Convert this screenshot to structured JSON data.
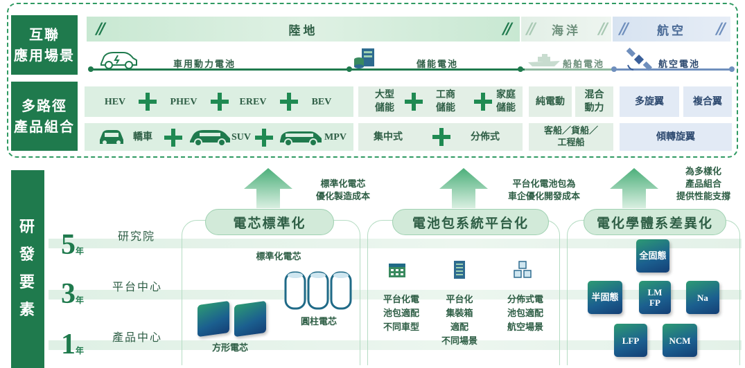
{
  "top": {
    "left_label_1": [
      "互聯",
      "應用場景"
    ],
    "left_label_2": [
      "多路徑",
      "產品組合"
    ],
    "banners": {
      "land": "陸地",
      "sea": "海洋",
      "air": "航空"
    },
    "scenarios": {
      "vehicle": "車用動力電池",
      "storage": "儲能電池",
      "ship": "船舶電池",
      "aviation": "航空電池"
    },
    "land_row1": [
      "HEV",
      "PHEV",
      "EREV",
      "BEV"
    ],
    "land_row2": [
      "轎車",
      "SUV",
      "MPV"
    ],
    "storage_row1": [
      "大型\n儲能",
      "工商\n儲能",
      "家庭\n儲能"
    ],
    "storage_row2": [
      "集中式",
      "分佈式"
    ],
    "sea_row1": [
      "純電動",
      "混合\n動力"
    ],
    "sea_row2": "客船／貨船／\n工程船",
    "air_row1": [
      "多旋翼",
      "複合翼"
    ],
    "air_row2": "傾轉旋翼"
  },
  "bottom": {
    "left_label": [
      "研",
      "發",
      "要",
      "素"
    ],
    "years": [
      {
        "num": "5",
        "unit": "年",
        "name": "研究院"
      },
      {
        "num": "3",
        "unit": "年",
        "name": "平台中心"
      },
      {
        "num": "1",
        "unit": "年",
        "name": "產品中心"
      }
    ],
    "pillars": [
      {
        "title": "電芯標準化",
        "note": "標準化電芯\n優化製造成本"
      },
      {
        "title": "電池包系統平台化",
        "note": "平台化電池包為\n車企優化開發成本"
      },
      {
        "title": "電化學體系差異化",
        "note": "為多樣化\n產品組合\n提供性能支撐"
      }
    ],
    "cell_caption": "標準化電芯",
    "cylinder_caption": "圓柱電芯",
    "prism_caption": "方形電芯",
    "platform_items": [
      "平台化電\n池包適配\n不同車型",
      "平台化\n集裝箱\n適配\n不同場景",
      "分佈式電\n池包適配\n航空場景"
    ],
    "chemistry": {
      "solid": "全固態",
      "semi": "半固態",
      "lmfp": "LM\nFP",
      "na": "Na",
      "lfp": "LFP",
      "ncm": "NCM"
    }
  },
  "colors": {
    "dark_green": "#1f7a4d",
    "light_green": "#dcefe2",
    "light_blue": "#e2eaf5",
    "navy": "#143f75"
  }
}
